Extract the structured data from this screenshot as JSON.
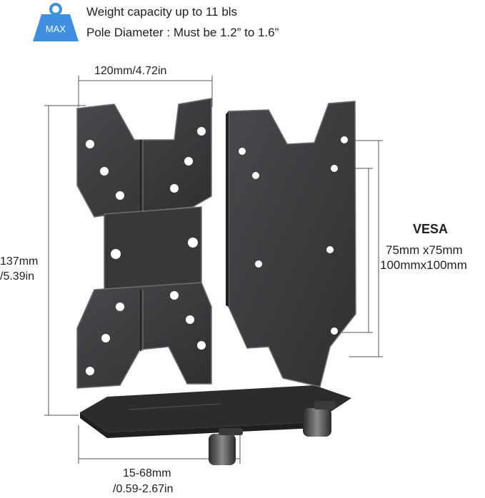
{
  "weight_badge": {
    "label": "MAX"
  },
  "specs": {
    "weight": "Weight capacity up to 11 bls",
    "pole": "Pole Diameter : Must be 1.2” to 1.6”"
  },
  "dimensions": {
    "width": "120mm/4.72in",
    "height_line1": "137mm",
    "height_line2": "/5.39in",
    "depth_line1": "15-68mm",
    "depth_line2": "/0.59-2.67in"
  },
  "vesa": {
    "title": "VESA",
    "size1": "75mm x75mm",
    "size2": "100mmx100mm"
  },
  "colors": {
    "badge": "#3f8fe0",
    "metal": "#3a3b3d",
    "metal_edge": "#6c6e71"
  }
}
